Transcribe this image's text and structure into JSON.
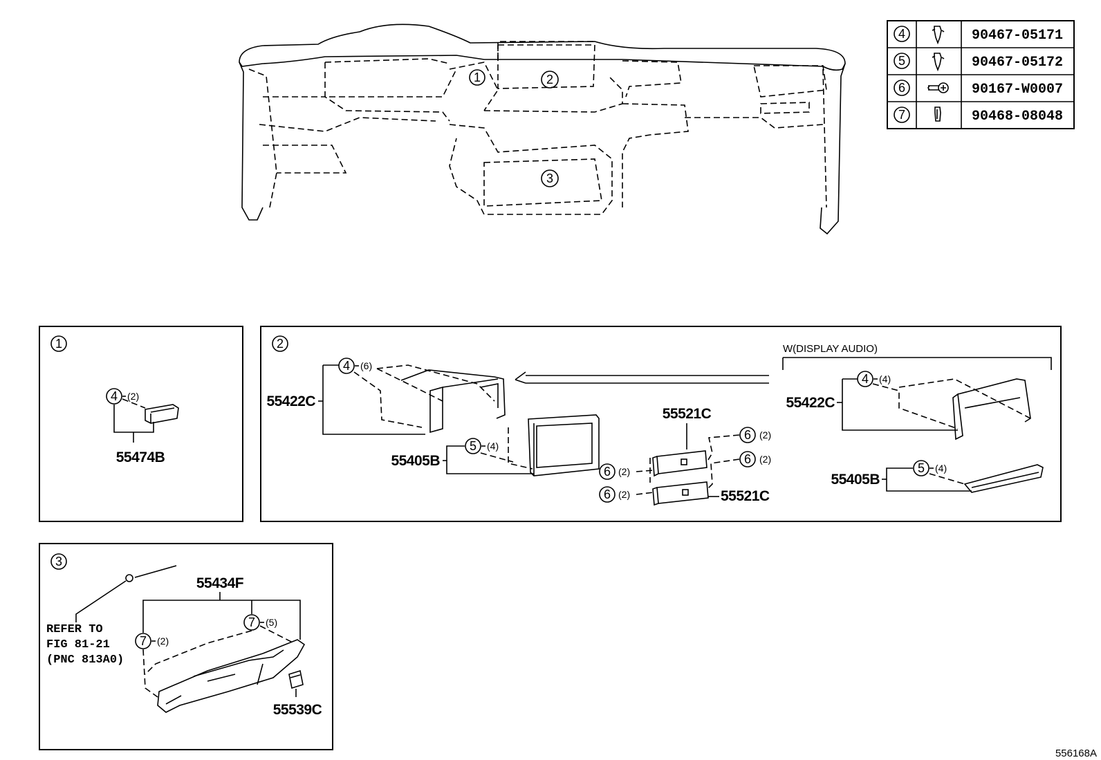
{
  "legend": [
    {
      "ref": "4",
      "part_no": "90467-05171",
      "icon": "push-clip-icon"
    },
    {
      "ref": "5",
      "part_no": "90467-05172",
      "icon": "push-clip-icon"
    },
    {
      "ref": "6",
      "part_no": "90167-W0007",
      "icon": "screw-icon"
    },
    {
      "ref": "7",
      "part_no": "90468-08048",
      "icon": "clip-icon"
    }
  ],
  "overview": {
    "area1": "1",
    "area2": "2",
    "area3": "3"
  },
  "panel1": {
    "ref": "1",
    "callout_ref": "4",
    "callout_qty": "(2)",
    "part": "55474B"
  },
  "panel2": {
    "ref": "2",
    "variant_label": "W(DISPLAY AUDIO)",
    "left": {
      "bracket_part": "55422C",
      "bracket_clip_ref": "4",
      "bracket_clip_qty": "(6)",
      "frame_part": "55405B",
      "frame_clip_ref": "5",
      "frame_clip_qty": "(4)",
      "switch_part_top": "55521C",
      "switch_part_bottom": "55521C",
      "screw_ref": "6",
      "screw_qty": "(2)"
    },
    "right": {
      "bracket_part": "55422C",
      "bracket_clip_ref": "4",
      "bracket_clip_qty": "(4)",
      "frame_part": "55405B",
      "frame_clip_ref": "5",
      "frame_clip_qty": "(4)"
    }
  },
  "panel3": {
    "ref": "3",
    "cover_part": "55434F",
    "clip_ref": "7",
    "clip_qty_left": "(2)",
    "clip_qty_right": "(5)",
    "plug_part": "55539C",
    "refer_line1": "REFER TO",
    "refer_line2": "FIG 81-21",
    "refer_line3": "(PNC 813A0)"
  },
  "figure_id": "556168A"
}
